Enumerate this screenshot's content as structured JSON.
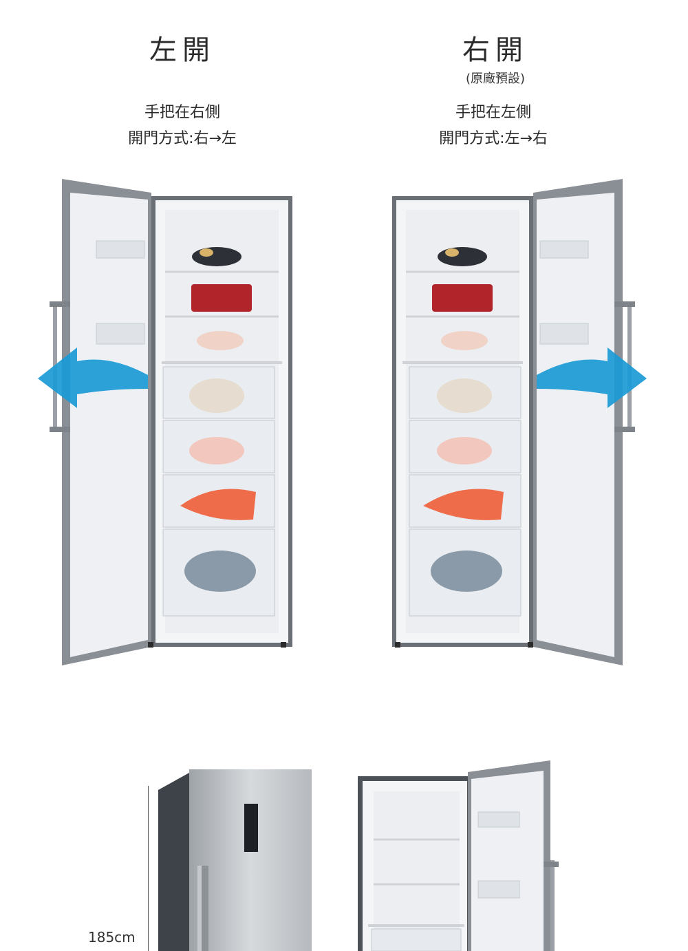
{
  "left": {
    "title": "左開",
    "note": "",
    "line1": "手把在右側",
    "line2": "開門方式:右→左"
  },
  "right": {
    "title": "右開",
    "note": "(原廠預設)",
    "line1": "手把在左側",
    "line2": "開門方式:左→右"
  },
  "dimension": {
    "height_label": "185cm"
  },
  "colors": {
    "arrow": "#1a9ad6",
    "steel": "#8a8f95",
    "interior": "#f4f5f7",
    "dark": "#3e4349"
  },
  "icons": [
    "arrow-left-icon",
    "arrow-right-icon"
  ]
}
